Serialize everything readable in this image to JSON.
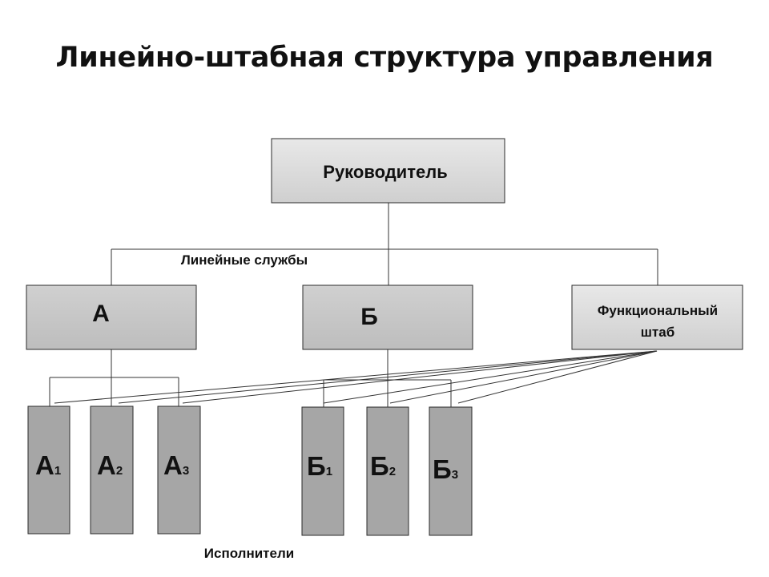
{
  "title": "Линейно-штабная структура управления",
  "nodes": {
    "head": "Руководитель",
    "a": "А",
    "b": "Б",
    "staff_line1": "Функциональный",
    "staff_line2": "штаб",
    "a_sub": [
      {
        "letter": "А",
        "index": "1"
      },
      {
        "letter": "А",
        "index": "2"
      },
      {
        "letter": "А",
        "index": "3"
      }
    ],
    "b_sub": [
      {
        "letter": "Б",
        "index": "1"
      },
      {
        "letter": "Б",
        "index": "2"
      },
      {
        "letter": "Б",
        "index": "3"
      }
    ]
  },
  "labels": {
    "line_services": "Линейные службы",
    "executors": "Исполнители"
  },
  "colors": {
    "box_fill_light": "#e4e4e4",
    "box_fill_dark": "#a6a6a6",
    "line": "#333333"
  }
}
